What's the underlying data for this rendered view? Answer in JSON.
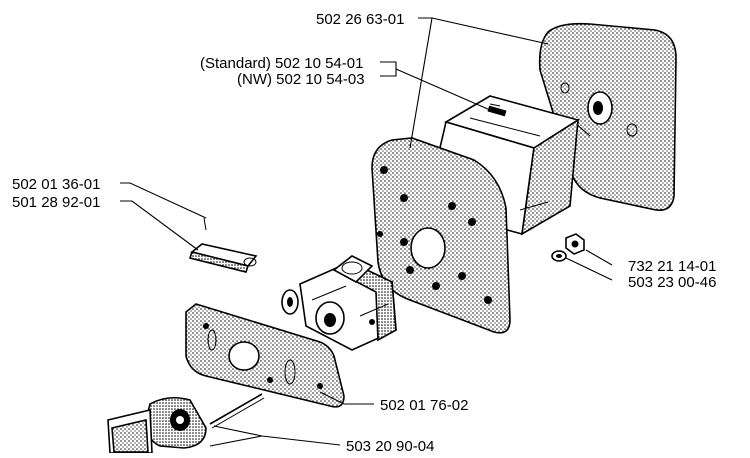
{
  "part_labels": {
    "air_filter_cover": "502 26 63-01",
    "filter_standard": "(Standard) 502 10 54-01",
    "filter_nw": "(NW) 502 10 54-03",
    "screw_a": "502 01 36-01",
    "screw_b": "501 28 92-01",
    "nut": "732 21 14-01",
    "washer": "503 23 00-46",
    "heat_shield": "502 01 76-02",
    "throttle_rod": "503 20 90-04"
  },
  "colors": {
    "ink": "#000000",
    "paper": "#ffffff"
  }
}
